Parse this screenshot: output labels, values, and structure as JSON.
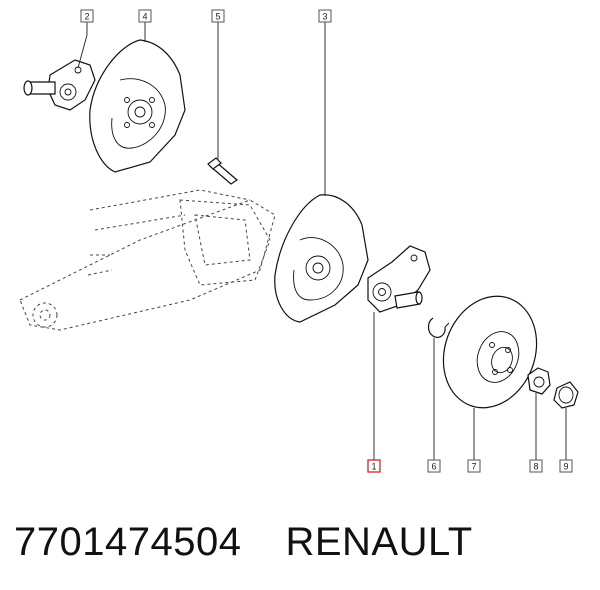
{
  "callouts": {
    "c1": "1",
    "c2": "2",
    "c3": "3",
    "c4": "4",
    "c5": "5",
    "c6": "6",
    "c7": "7",
    "c8": "8",
    "c9": "9"
  },
  "caption": {
    "part_number": "7701474504",
    "brand": "RENAULT"
  },
  "colors": {
    "highlight_callout": "#d22222",
    "line": "#111111"
  }
}
